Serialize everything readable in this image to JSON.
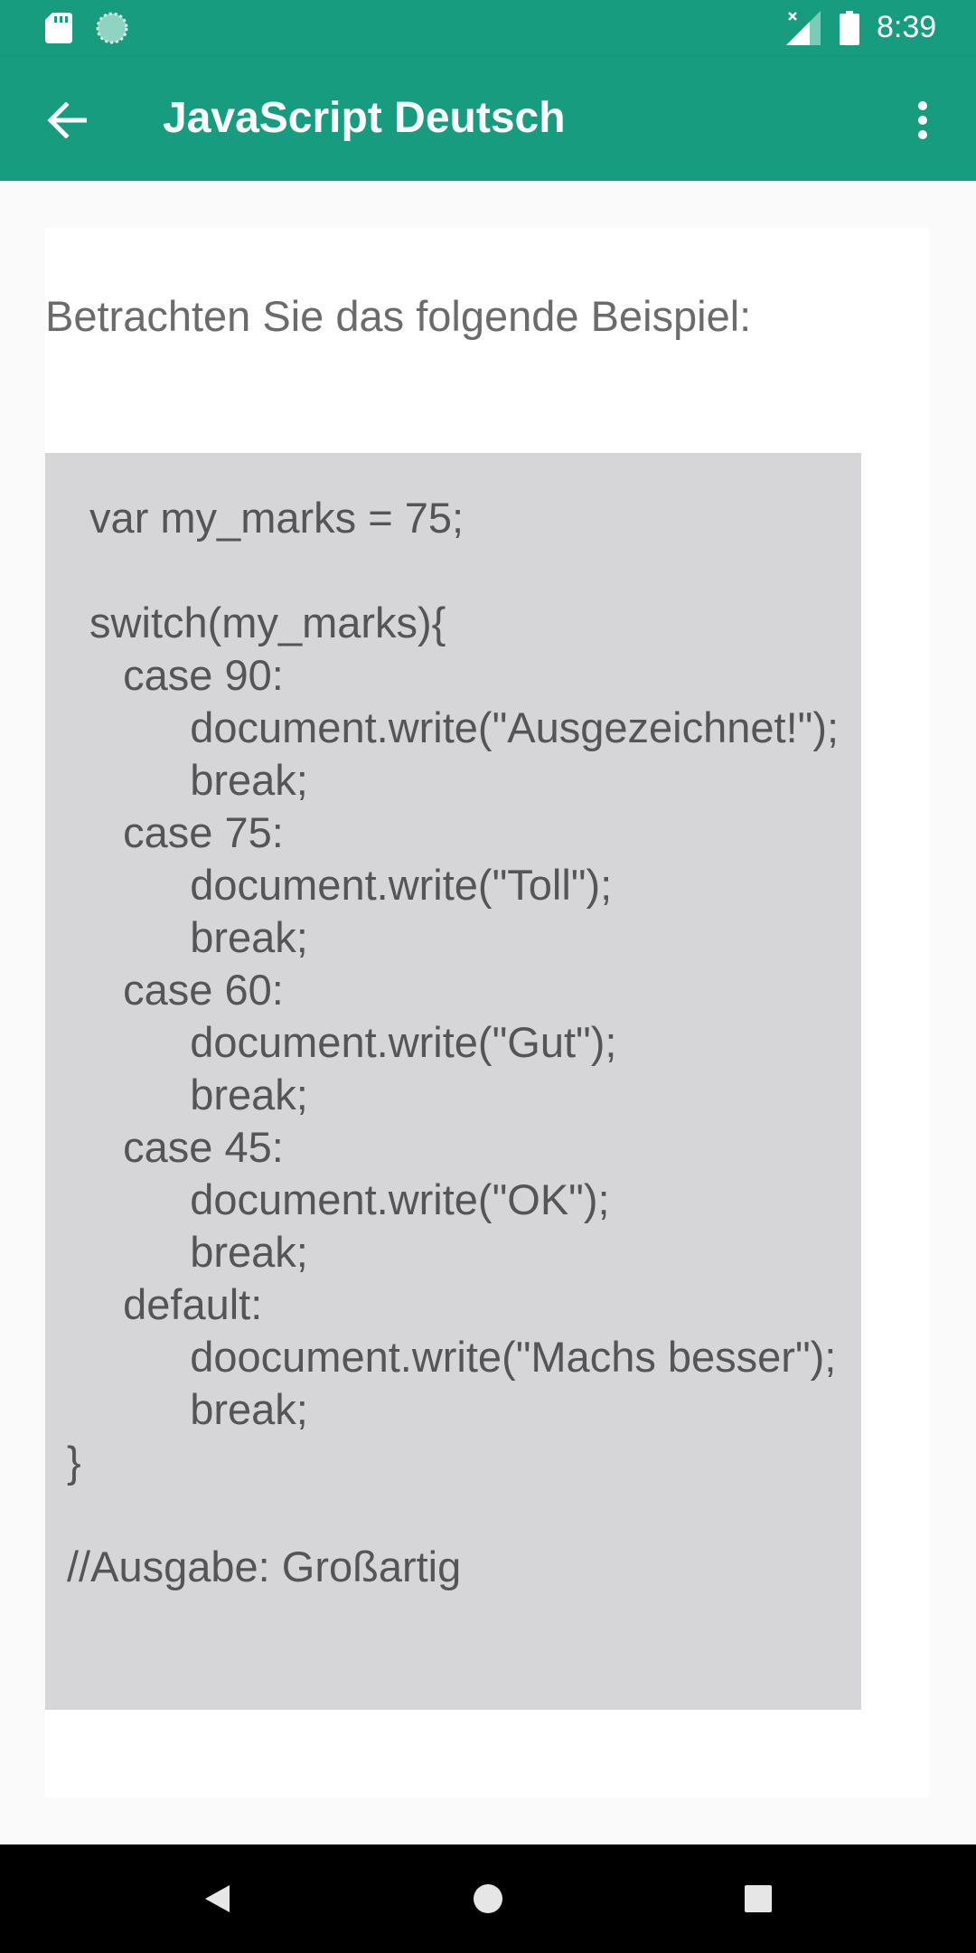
{
  "status_bar": {
    "time": "8:39",
    "icons": [
      "sd-card-icon",
      "sync-icon",
      "signal-no-data-icon",
      "battery-icon"
    ]
  },
  "app_bar": {
    "title": "JavaScript Deutsch",
    "back_icon": "arrow-left-icon",
    "menu_icon": "more-vertical-icon",
    "color": "#179c80"
  },
  "content": {
    "intro": "Betrachten Sie das folgende Beispiel:",
    "code_lines": [
      " var my_marks = 75;",
      " switch(my_marks){",
      "  case 90:",
      "    document.write(\"Ausgezeichnet!\");",
      "    break;",
      "  case 75:",
      "    document.write(\"Toll\");",
      "    break;",
      "  case 60:",
      "    document.write(\"Gut\");",
      "    break;",
      "  case 45:",
      "    document.write(\"OK\");",
      "    break;",
      "  default:",
      "    doocument.write(\"Machs besser\");",
      "    break;",
      "}",
      "//Ausgabe: Großartig"
    ]
  },
  "nav_bar": {
    "buttons": [
      "back-triangle-icon",
      "home-circle-icon",
      "recents-square-icon"
    ]
  }
}
